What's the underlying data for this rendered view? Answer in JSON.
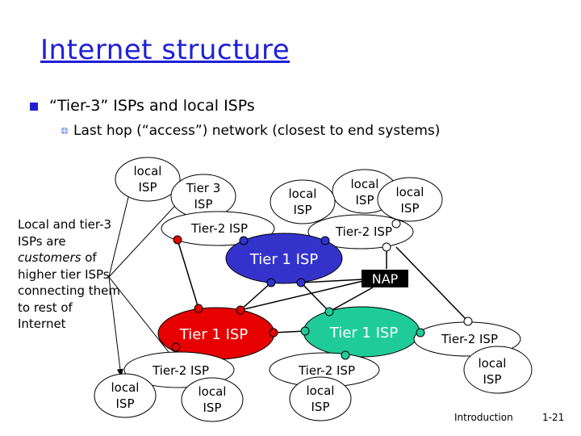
{
  "slide": {
    "title": "Internet structure",
    "bullet1": "“Tier-3” ISPs and local ISPs",
    "bullet2": "Last hop (“access”) network (closest to end systems)",
    "sidenote": {
      "part1": "Local and tier-3 ISPs are ",
      "emphasis": "customers",
      "part2": " of higher tier ISPs connecting them to rest of Internet"
    },
    "footer_left": "Introduction",
    "footer_right": "1-21"
  },
  "diagram": {
    "tier1": {
      "label": "Tier 1 ISP"
    },
    "nap": {
      "label": "NAP"
    },
    "tier2": {
      "label": "Tier-2 ISP"
    },
    "tier3": {
      "line1": "Tier 3",
      "line2": "ISP"
    },
    "local": {
      "line1": "local",
      "line2": "ISP"
    },
    "colors": {
      "tier1_top": "#3333cc",
      "tier1_left": "#e60000",
      "tier1_right": "#1fcc99",
      "nap": "#000000",
      "accent_text": "#1f1fd6"
    }
  }
}
